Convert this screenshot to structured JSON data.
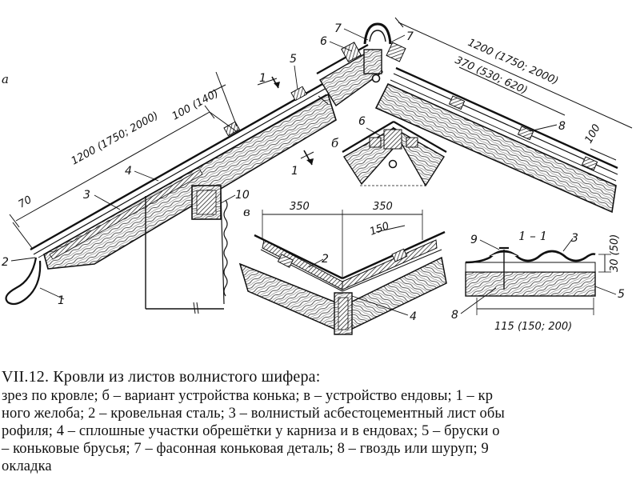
{
  "labels": {
    "view_a": "а",
    "view_b": "б",
    "view_v": "в",
    "section": "1 – 1",
    "section_mark": "1"
  },
  "dimensions": {
    "main_left": "1200 (1750; 2000)",
    "main_right": "1200 (1750; 2000)",
    "overlap_top": "100 (140)",
    "overlap_right": "100",
    "eave": "70",
    "ridge_step": "370 (530; 620)",
    "valley_left": "350",
    "valley_right": "350",
    "valley_overlap": "150",
    "section_width": "115 (150; 200)",
    "section_height": "30 (50)"
  },
  "callouts": {
    "c1": "1",
    "c2": "2",
    "c3": "3",
    "c4": "4",
    "c5": "5",
    "c6": "6",
    "c7": "7",
    "c8": "8",
    "c9": "9",
    "c10": "10"
  },
  "caption": {
    "title": "VII.12. Кровли из листов волнистого шифера:",
    "lines": [
      "зрез по кровле; б – вариант устройства конька; в – устройство ендовы; 1 – кр",
      "ного желоба; 2 – кровельная сталь; 3 – волнистый асбестоцементный лист обы",
      "рофиля; 4 – сплошные участки обрешётки у карниза и в ендовах; 5 – бруски о",
      "– коньковые брусья; 7 – фасонная коньковая деталь; 8 – гвоздь или шуруп; 9",
      "окладка"
    ]
  }
}
